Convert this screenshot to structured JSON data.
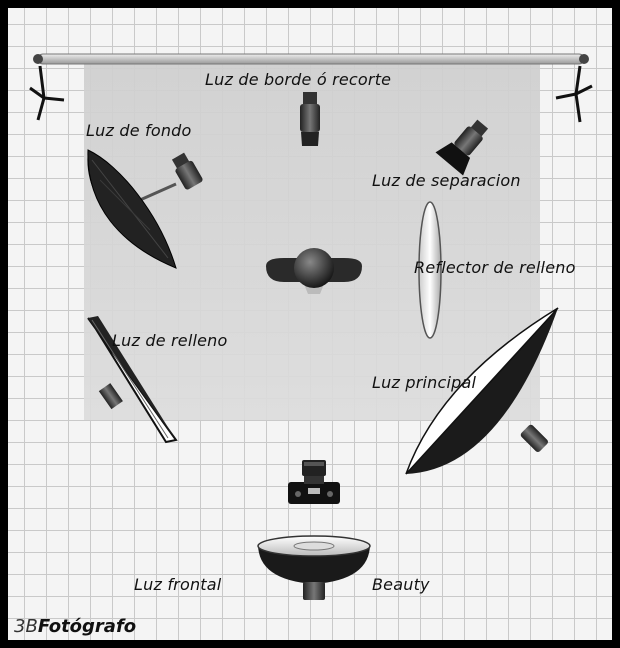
{
  "labels": {
    "rim": "Luz de borde ó recorte",
    "background": "Luz de fondo",
    "separation": "Luz de separacion",
    "reflector": "Reflector de relleno",
    "fill": "Luz de relleno",
    "key": "Luz principal",
    "front": "Luz frontal",
    "beauty": "Beauty"
  },
  "brand": {
    "prefix": "3B",
    "name": "Fotógrafo"
  },
  "colors": {
    "backdrop": "#d3d3d3",
    "grid": "#c9c9c9",
    "paper": "#f4f4f4",
    "equipment": "#1a1a1a"
  },
  "icons": [
    "backdrop-stand-icon",
    "spotlight-icon",
    "umbrella-icon",
    "softbox-icon",
    "reflector-icon",
    "subject-icon",
    "camera-icon",
    "beauty-dish-icon"
  ]
}
